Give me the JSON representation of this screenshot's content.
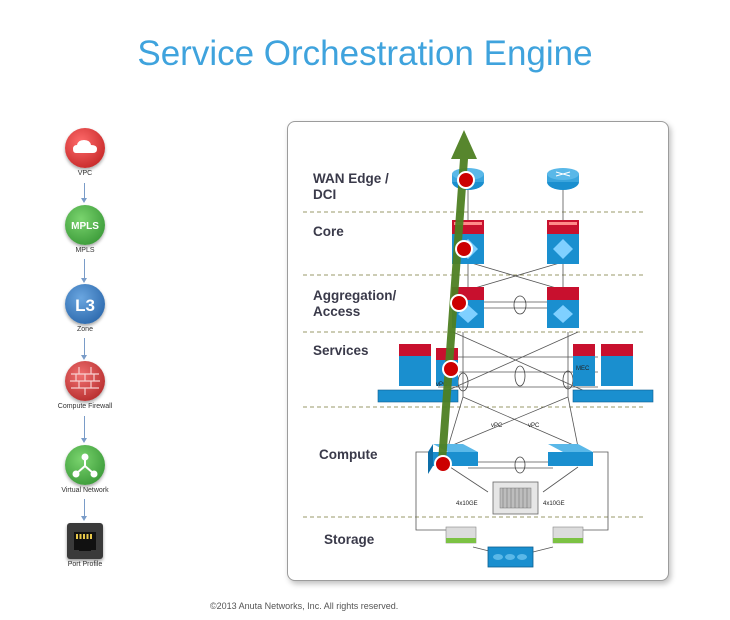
{
  "title": "Service Orchestration Engine",
  "flow": [
    {
      "label": "VPC",
      "icon": "cloud-icon",
      "color": "#cc2a2a",
      "text": ""
    },
    {
      "label": "MPLS",
      "icon": "mpls-icon",
      "color": "#3aa33a",
      "text": "MPLS"
    },
    {
      "label": "Zone",
      "icon": "l3-icon",
      "color": "#2a6db5",
      "text": "L3"
    },
    {
      "label": "Compute Firewall",
      "icon": "firewall-icon",
      "color": "#c83030",
      "text": ""
    },
    {
      "label": "Virtual Network",
      "icon": "network-icon",
      "color": "#3aa33a",
      "text": ""
    },
    {
      "label": "Port Profile",
      "icon": "ethernet-port-icon",
      "color": "#444444",
      "text": ""
    }
  ],
  "layers": {
    "wan_line1": "WAN Edge /",
    "wan_line2": "DCI",
    "core": "Core",
    "agg_line1": "Aggregation/",
    "agg_line2": "Access",
    "services": "Services",
    "compute": "Compute",
    "storage": "Storage"
  },
  "diagram_labels": {
    "vpc_left": "vPC",
    "mec": "MEC",
    "vpc_compute_1": "vPC",
    "vpc_compute_2": "vPC",
    "uplink_left": "4x10GE",
    "uplink_right": "4x10GE"
  },
  "colors": {
    "title": "#3fa3dd",
    "arrow": "#5a8a2a",
    "marker": "#cc0000",
    "device_red": "#c8102e",
    "device_blue": "#1a8fcf"
  },
  "copyright": "©2013 Anuta Networks, Inc. All rights reserved."
}
